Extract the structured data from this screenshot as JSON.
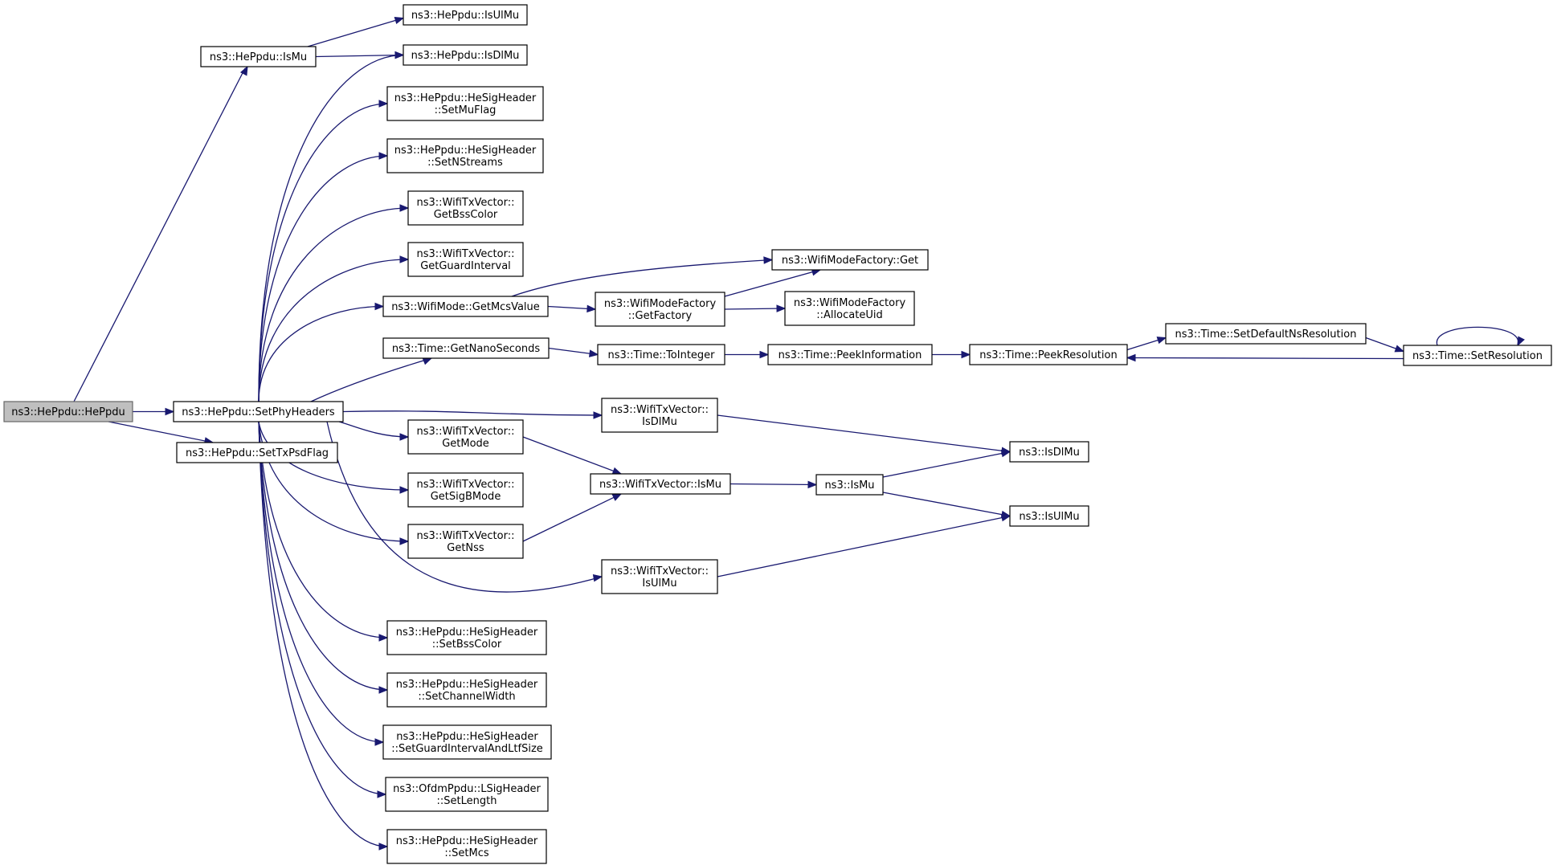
{
  "graph": {
    "root": "hepdu",
    "colors": {
      "edge": "#191970",
      "node_border": "#000000",
      "root_fill": "#bfbfbf",
      "background": "#ffffff"
    },
    "nodes": [
      {
        "id": "hepdu",
        "label": [
          "ns3::HePpdu::HePpdu"
        ]
      },
      {
        "id": "ismu_pp",
        "label": [
          "ns3::HePpdu::IsMu"
        ]
      },
      {
        "id": "setphy",
        "label": [
          "ns3::HePpdu::SetPhyHeaders"
        ]
      },
      {
        "id": "settxpsd",
        "label": [
          "ns3::HePpdu::SetTxPsdFlag"
        ]
      },
      {
        "id": "isulmu_pp",
        "label": [
          "ns3::HePpdu::IsUlMu"
        ]
      },
      {
        "id": "isdlmu_pp",
        "label": [
          "ns3::HePpdu::IsDlMu"
        ]
      },
      {
        "id": "setmuflag",
        "label": [
          "ns3::HePpdu::HeSigHeader",
          "::SetMuFlag"
        ]
      },
      {
        "id": "setnstreams",
        "label": [
          "ns3::HePpdu::HeSigHeader",
          "::SetNStreams"
        ]
      },
      {
        "id": "getbsscolor",
        "label": [
          "ns3::WifiTxVector::",
          "GetBssColor"
        ]
      },
      {
        "id": "getguard",
        "label": [
          "ns3::WifiTxVector::",
          "GetGuardInterval"
        ]
      },
      {
        "id": "getmcs",
        "label": [
          "ns3::WifiMode::GetMcsValue"
        ]
      },
      {
        "id": "getnano",
        "label": [
          "ns3::Time::GetNanoSeconds"
        ]
      },
      {
        "id": "getmode",
        "label": [
          "ns3::WifiTxVector::",
          "GetMode"
        ]
      },
      {
        "id": "getsigb",
        "label": [
          "ns3::WifiTxVector::",
          "GetSigBMode"
        ]
      },
      {
        "id": "getnss",
        "label": [
          "ns3::WifiTxVector::",
          "GetNss"
        ]
      },
      {
        "id": "setbss",
        "label": [
          "ns3::HePpdu::HeSigHeader",
          "::SetBssColor"
        ]
      },
      {
        "id": "setchan",
        "label": [
          "ns3::HePpdu::HeSigHeader",
          "::SetChannelWidth"
        ]
      },
      {
        "id": "setgi",
        "label": [
          "ns3::HePpdu::HeSigHeader",
          "::SetGuardIntervalAndLtfSize"
        ]
      },
      {
        "id": "setlen",
        "label": [
          "ns3::OfdmPpdu::LSigHeader",
          "::SetLength"
        ]
      },
      {
        "id": "setmcs",
        "label": [
          "ns3::HePpdu::HeSigHeader",
          "::SetMcs"
        ]
      },
      {
        "id": "wmfget",
        "label": [
          "ns3::WifiModeFactory::Get"
        ]
      },
      {
        "id": "wmfgetf",
        "label": [
          "ns3::WifiModeFactory",
          "::GetFactory"
        ]
      },
      {
        "id": "wmfalloc",
        "label": [
          "ns3::WifiModeFactory",
          "::AllocateUid"
        ]
      },
      {
        "id": "toint",
        "label": [
          "ns3::Time::ToInteger"
        ]
      },
      {
        "id": "peekinfo",
        "label": [
          "ns3::Time::PeekInformation"
        ]
      },
      {
        "id": "peekres",
        "label": [
          "ns3::Time::PeekResolution"
        ]
      },
      {
        "id": "setdefns",
        "label": [
          "ns3::Time::SetDefaultNsResolution"
        ]
      },
      {
        "id": "setres",
        "label": [
          "ns3::Time::SetResolution"
        ]
      },
      {
        "id": "txisdlmu",
        "label": [
          "ns3::WifiTxVector::",
          "IsDlMu"
        ]
      },
      {
        "id": "txismu",
        "label": [
          "ns3::WifiTxVector::IsMu"
        ]
      },
      {
        "id": "txisulmu",
        "label": [
          "ns3::WifiTxVector::",
          "IsUlMu"
        ]
      },
      {
        "id": "ismu",
        "label": [
          "ns3::IsMu"
        ]
      },
      {
        "id": "isdlmu",
        "label": [
          "ns3::IsDlMu"
        ]
      },
      {
        "id": "isulmu",
        "label": [
          "ns3::IsUlMu"
        ]
      }
    ],
    "edges": [
      [
        "hepdu",
        "ismu_pp"
      ],
      [
        "hepdu",
        "setphy"
      ],
      [
        "hepdu",
        "settxpsd"
      ],
      [
        "ismu_pp",
        "isulmu_pp"
      ],
      [
        "ismu_pp",
        "isdlmu_pp"
      ],
      [
        "setphy",
        "isdlmu_pp"
      ],
      [
        "setphy",
        "setmuflag"
      ],
      [
        "setphy",
        "setnstreams"
      ],
      [
        "setphy",
        "getbsscolor"
      ],
      [
        "setphy",
        "getguard"
      ],
      [
        "setphy",
        "getmcs"
      ],
      [
        "setphy",
        "getnano"
      ],
      [
        "setphy",
        "getmode"
      ],
      [
        "setphy",
        "getsigb"
      ],
      [
        "setphy",
        "getnss"
      ],
      [
        "setphy",
        "setbss"
      ],
      [
        "setphy",
        "setchan"
      ],
      [
        "setphy",
        "setgi"
      ],
      [
        "setphy",
        "setlen"
      ],
      [
        "setphy",
        "setmcs"
      ],
      [
        "setphy",
        "txisdlmu"
      ],
      [
        "setphy",
        "txisulmu"
      ],
      [
        "getmcs",
        "wmfget"
      ],
      [
        "getmcs",
        "wmfgetf"
      ],
      [
        "wmfgetf",
        "wmfget"
      ],
      [
        "wmfgetf",
        "wmfalloc"
      ],
      [
        "getnano",
        "toint"
      ],
      [
        "toint",
        "peekinfo"
      ],
      [
        "peekinfo",
        "peekres"
      ],
      [
        "peekres",
        "setdefns"
      ],
      [
        "setdefns",
        "setres"
      ],
      [
        "setres",
        "peekres"
      ],
      [
        "setres",
        "setres"
      ],
      [
        "getmode",
        "txismu"
      ],
      [
        "getnss",
        "txismu"
      ],
      [
        "txismu",
        "ismu"
      ],
      [
        "txisdlmu",
        "isdlmu"
      ],
      [
        "txisulmu",
        "isulmu"
      ],
      [
        "ismu",
        "isdlmu"
      ],
      [
        "ismu",
        "isulmu"
      ]
    ]
  }
}
